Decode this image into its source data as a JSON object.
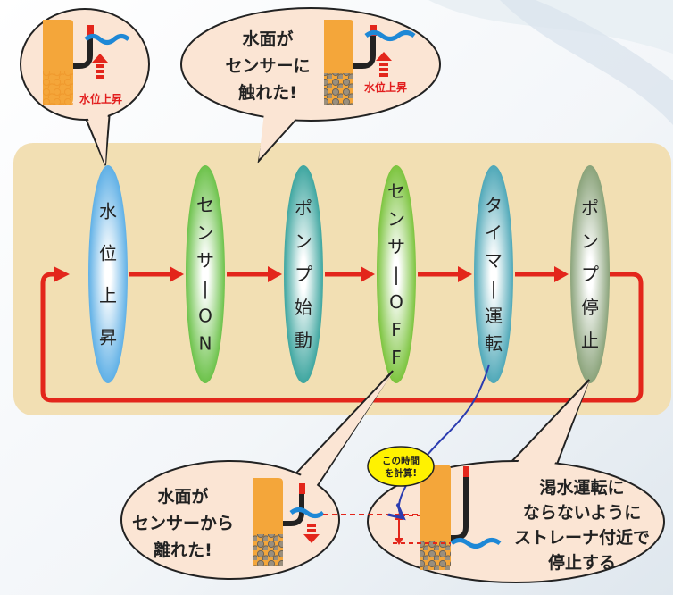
{
  "cycle_steps": [
    {
      "label": "水位上昇",
      "color": "#5fb0e6"
    },
    {
      "label": "センサーON",
      "color": "#6cc24a"
    },
    {
      "label": "ポンプ始動",
      "color": "#3ea6a0"
    },
    {
      "label": "センサーOFF",
      "color": "#7cc43e"
    },
    {
      "label": "タイマー運転",
      "color": "#4fa8b8"
    },
    {
      "label": "ポンプ停止",
      "color": "#8aa37a"
    }
  ],
  "bubbles": {
    "rise_label": "水位上昇",
    "touch_lines": [
      "水面が",
      "センサーに",
      "触れた!"
    ],
    "touch_label": "水位上昇",
    "leave_lines": [
      "水面が",
      "センサーから",
      "離れた!"
    ],
    "stop_lines": [
      "渇水運転に",
      "ならないように",
      "ストレーナ付近で",
      "停止する"
    ],
    "timer_note": [
      "この時間",
      "を計算!"
    ]
  },
  "colors": {
    "panel": "#f2dfb3",
    "arrow": "#e3261b",
    "tank": "#f4a63a",
    "water": "#1e88d6",
    "bubble_fill": "#fbe5d4"
  }
}
